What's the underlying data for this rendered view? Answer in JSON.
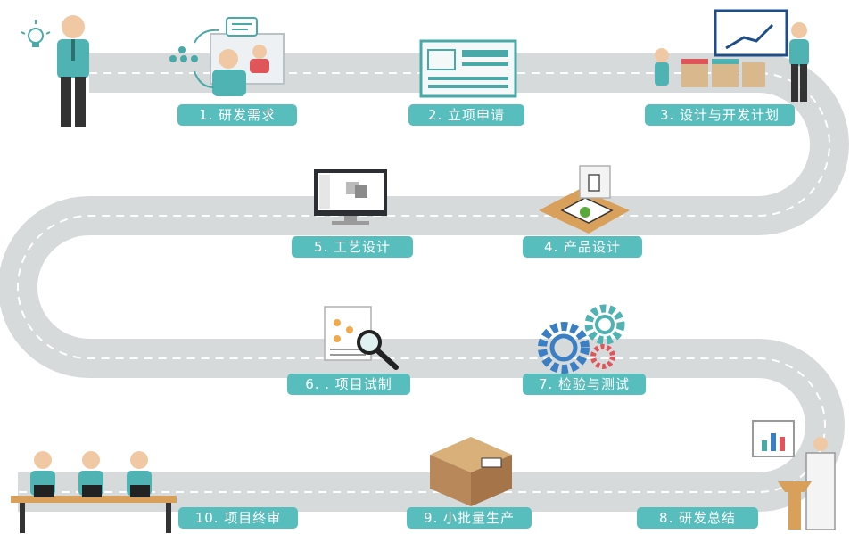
{
  "steps": [
    {
      "label": "1. 研发需求",
      "icon": "requirement-meeting-icon"
    },
    {
      "label": "2. 立项申请",
      "icon": "application-document-icon"
    },
    {
      "label": "3. 设计与开发计划",
      "icon": "planning-presentation-icon"
    },
    {
      "label": "4. 产品设计",
      "icon": "product-blueprint-icon"
    },
    {
      "label": "5. 工艺设计",
      "icon": "computer-monitor-icon"
    },
    {
      "label": "6. . 项目试制",
      "icon": "magnifier-document-icon"
    },
    {
      "label": "7. 检验与测试",
      "icon": "gears-icon"
    },
    {
      "label": "8. 研发总结",
      "icon": "summary-presentation-icon"
    },
    {
      "label": "9. 小批量生产",
      "icon": "cardboard-box-icon"
    },
    {
      "label": "10. 项目终审",
      "icon": "review-panel-icon"
    }
  ],
  "colors": {
    "road": "#d6dadb",
    "dash": "#ffffff",
    "label_bg": "#58bdbd",
    "teal": "#49a9a9",
    "gear_blue": "#3a7fc4",
    "gear_teal": "#4fb3b3",
    "gear_red": "#e0555a",
    "box": "#b8875a"
  }
}
